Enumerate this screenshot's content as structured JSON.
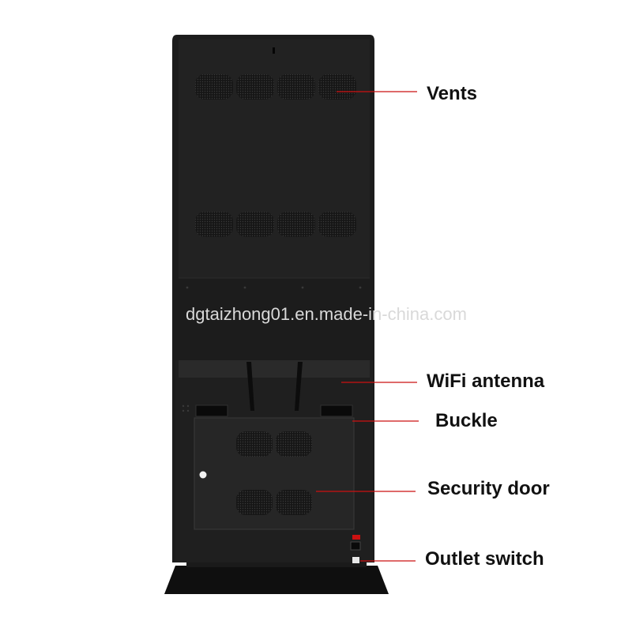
{
  "watermark": "dgtaizhong01.en.made-in-china.com",
  "callouts": {
    "vents": "Vents",
    "wifi_antenna": "WiFi antenna",
    "buckle": "Buckle",
    "security_door": "Security door",
    "outlet_switch": "Outlet switch"
  },
  "colors": {
    "cabinet": "#1c1c1c",
    "panel": "#242424",
    "leader_line": "#cc1111",
    "background": "#ffffff"
  }
}
